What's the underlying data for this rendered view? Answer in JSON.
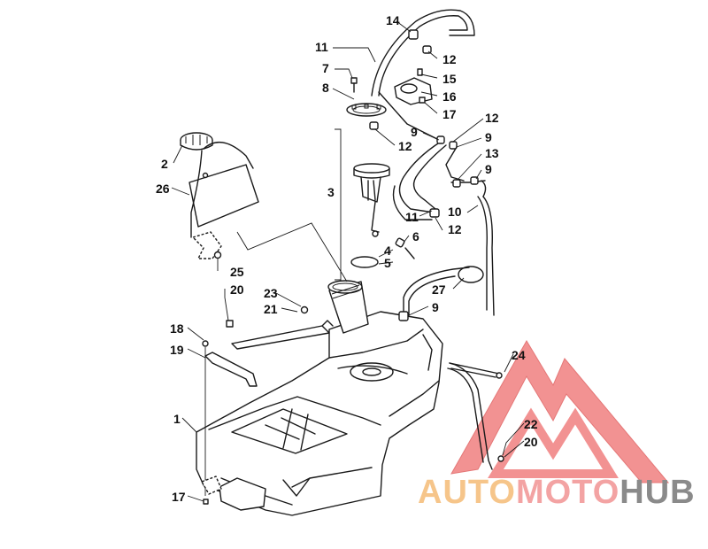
{
  "callouts": [
    {
      "id": "14",
      "label": "14"
    },
    {
      "id": "11a",
      "label": "11"
    },
    {
      "id": "12a",
      "label": "12"
    },
    {
      "id": "7",
      "label": "7"
    },
    {
      "id": "15",
      "label": "15"
    },
    {
      "id": "8",
      "label": "8"
    },
    {
      "id": "16",
      "label": "16"
    },
    {
      "id": "17a",
      "label": "17"
    },
    {
      "id": "12b",
      "label": "12"
    },
    {
      "id": "9a",
      "label": "9"
    },
    {
      "id": "9b",
      "label": "9"
    },
    {
      "id": "12c",
      "label": "12"
    },
    {
      "id": "13",
      "label": "13"
    },
    {
      "id": "9c",
      "label": "9"
    },
    {
      "id": "2",
      "label": "2"
    },
    {
      "id": "26",
      "label": "26"
    },
    {
      "id": "3",
      "label": "3"
    },
    {
      "id": "10",
      "label": "10"
    },
    {
      "id": "11b",
      "label": "11"
    },
    {
      "id": "12d",
      "label": "12"
    },
    {
      "id": "6",
      "label": "6"
    },
    {
      "id": "4",
      "label": "4"
    },
    {
      "id": "5",
      "label": "5"
    },
    {
      "id": "25",
      "label": "25"
    },
    {
      "id": "20a",
      "label": "20"
    },
    {
      "id": "27",
      "label": "27"
    },
    {
      "id": "23",
      "label": "23"
    },
    {
      "id": "21",
      "label": "21"
    },
    {
      "id": "9d",
      "label": "9"
    },
    {
      "id": "18",
      "label": "18"
    },
    {
      "id": "19",
      "label": "19"
    },
    {
      "id": "24",
      "label": "24"
    },
    {
      "id": "1",
      "label": "1"
    },
    {
      "id": "22",
      "label": "22"
    },
    {
      "id": "20b",
      "label": "20"
    },
    {
      "id": "17b",
      "label": "17"
    }
  ],
  "watermark": {
    "part1": "AUTO",
    "part2": "MOTO",
    "part3": "HUB",
    "color1": "#f6c58a",
    "color2": "#f3a3a3",
    "color3": "#8a8a8a",
    "logo_color": "#f08080"
  }
}
